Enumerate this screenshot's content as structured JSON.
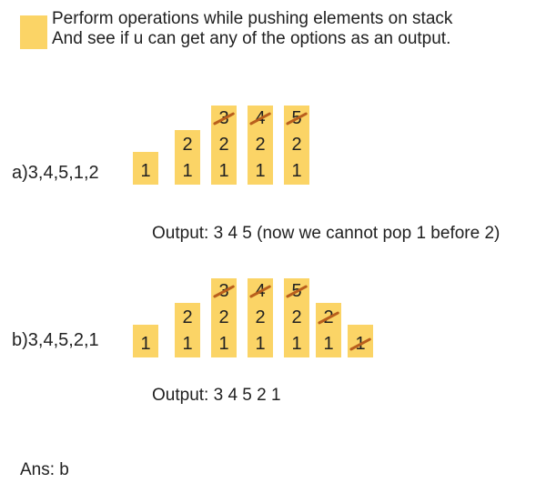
{
  "colors": {
    "box_fill": "#FBD466",
    "strike": "#B95F1D",
    "text": "#212121"
  },
  "header": {
    "bullet_icon": "yellow-square",
    "line1": "Perform operations while pushing elements on stack",
    "line2": "And see if u can get any of the options as an output."
  },
  "sections": [
    {
      "id": "a",
      "label": "a)3,4,5,1,2",
      "stacks": [
        {
          "cells": [
            {
              "value": "1",
              "crossed": false
            }
          ]
        },
        {
          "cells": [
            {
              "value": "2",
              "crossed": false
            },
            {
              "value": "1",
              "crossed": false
            }
          ]
        },
        {
          "cells": [
            {
              "value": "3",
              "crossed": true
            },
            {
              "value": "2",
              "crossed": false
            },
            {
              "value": "1",
              "crossed": false
            }
          ]
        },
        {
          "cells": [
            {
              "value": "4",
              "crossed": true
            },
            {
              "value": "2",
              "crossed": false
            },
            {
              "value": "1",
              "crossed": false
            }
          ]
        },
        {
          "cells": [
            {
              "value": "5",
              "crossed": true
            },
            {
              "value": "2",
              "crossed": false
            },
            {
              "value": "1",
              "crossed": false
            }
          ]
        }
      ],
      "output": "Output: 3 4 5 (now we cannot pop 1 before 2)"
    },
    {
      "id": "b",
      "label": "b)3,4,5,2,1",
      "stacks": [
        {
          "cells": [
            {
              "value": "1",
              "crossed": false
            }
          ]
        },
        {
          "cells": [
            {
              "value": "2",
              "crossed": false
            },
            {
              "value": "1",
              "crossed": false
            }
          ]
        },
        {
          "cells": [
            {
              "value": "3",
              "crossed": true
            },
            {
              "value": "2",
              "crossed": false
            },
            {
              "value": "1",
              "crossed": false
            }
          ]
        },
        {
          "cells": [
            {
              "value": "4",
              "crossed": true
            },
            {
              "value": "2",
              "crossed": false
            },
            {
              "value": "1",
              "crossed": false
            }
          ]
        },
        {
          "cells": [
            {
              "value": "5",
              "crossed": true
            },
            {
              "value": "2",
              "crossed": false
            },
            {
              "value": "1",
              "crossed": false
            }
          ]
        },
        {
          "cells": [
            {
              "value": "2",
              "crossed": true
            },
            {
              "value": "1",
              "crossed": false
            }
          ]
        },
        {
          "cells": [
            {
              "value": "1",
              "crossed": true
            }
          ]
        }
      ],
      "output": "Output: 3 4 5 2 1"
    }
  ],
  "answer": "Ans: b"
}
